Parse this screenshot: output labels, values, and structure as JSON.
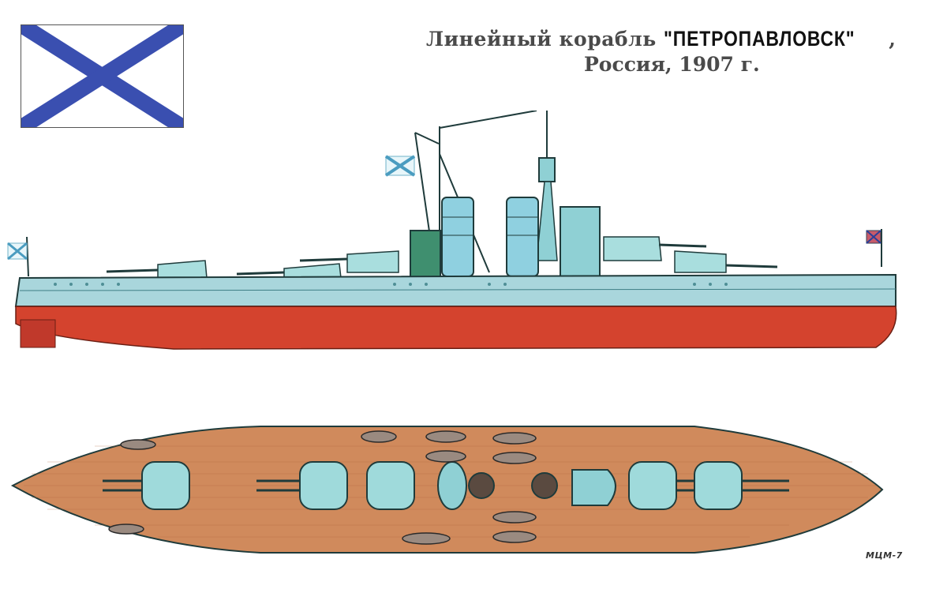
{
  "title": {
    "line1_prefix": "Линейный корабль ",
    "ship_name": "\"ПЕТРОПАВЛОВСК\"",
    "line1_suffix": ",",
    "line2": "Россия, 1907 г."
  },
  "illustrations": {
    "flag": "St. Andrew's naval ensign (white field, blue saltire)",
    "side_profile": "Battleship side profile: light blue-grey upper hull and superstructure, red lower hull, two funnels, two masts, four triple turrets",
    "deck_plan": "Top-down deck plan: wooden deck with four triple turrets, boats, funnels"
  },
  "colors": {
    "saltire_blue": "#3a4fb0",
    "hull_red": "#d4432e",
    "hull_upper": "#a9d6dc",
    "turret": "#8fd0d4",
    "deck_wood": "#d08a5c",
    "outline": "#1f3b3b"
  },
  "artist_mark": "МЦМ-7"
}
